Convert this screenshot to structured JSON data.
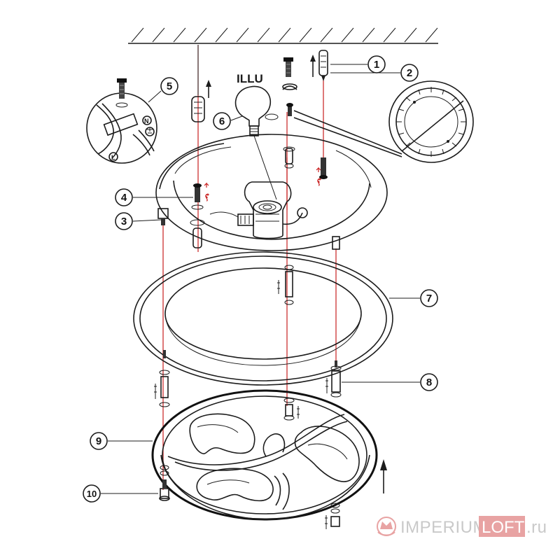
{
  "diagram": {
    "bulb_label": "ILLU",
    "callouts": [
      "1",
      "2",
      "3",
      "4",
      "5",
      "6",
      "7",
      "8",
      "9",
      "10"
    ],
    "wiring_terminals": {
      "neutral": "N",
      "live": "L"
    }
  },
  "watermark": {
    "part1": "IMPERIUM",
    "part2": "LOFT",
    "part3": ".ru",
    "accent": "#e8a3a3",
    "muted": "#c9c9c9"
  }
}
